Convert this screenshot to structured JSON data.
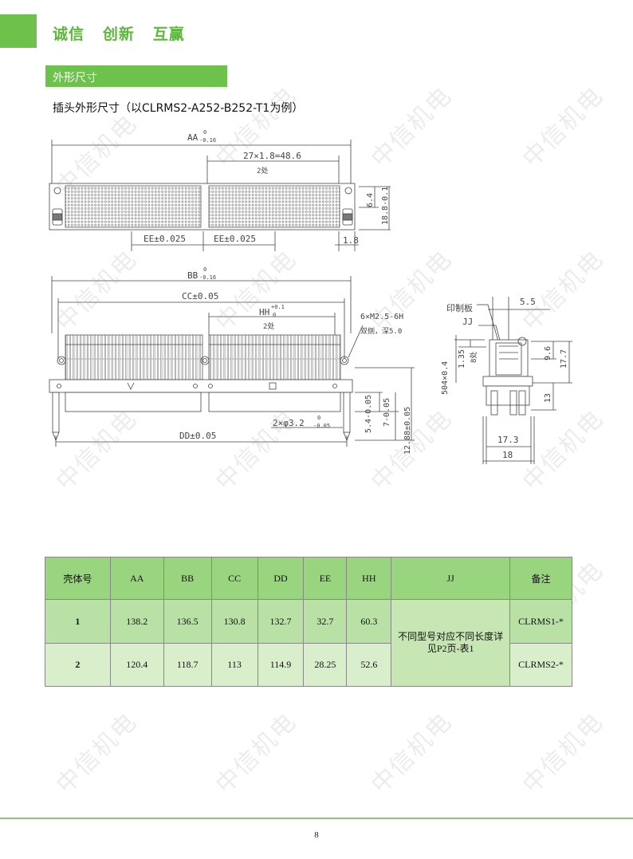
{
  "header": {
    "slogan": "诚信   创新   互赢"
  },
  "section": {
    "title": "外形尺寸"
  },
  "figure": {
    "title": "插头外形尺寸（以CLRMS2-A252-B252-T1为例）",
    "dims": {
      "aa": "AA",
      "aa_tol_top": "0",
      "aa_tol_bot": "-0.16",
      "pitch": "27×1.8=48.6",
      "two_places": "2处",
      "ee1": "EE±0.025",
      "ee2": "EE±0.025",
      "d_64": "6.4",
      "d_188": "18.8-0.1",
      "d_18": "1.8",
      "bb": "BB",
      "bb_tol_top": "0",
      "bb_tol_bot": "-0.16",
      "cc": "CC±0.05",
      "hh": "HH",
      "hh_tol_top": "+0.1",
      "hh_tol_bot": "0",
      "hh_places": "2处",
      "screw": "6×M2.5-6H",
      "screw_note": "双侧，深5.0",
      "dd": "DD±0.05",
      "hole": "2×φ3.2",
      "hole_tol_top": "0",
      "hole_tol_bot": "-0.05",
      "d_54": "5.4-0.05",
      "d_54_top": "0",
      "d_7": "7-0.05",
      "d_7_top": "0",
      "d_1288": "12.88±0.05",
      "pcb": "印制板",
      "jj": "JJ",
      "d_55": "5.5",
      "d_504": "504×0.4",
      "d_135": "1.35",
      "eight": "8处",
      "d_96": "9.6",
      "d_177": "17.7",
      "d_13": "13",
      "d_173": "17.3",
      "d_18w": "18"
    }
  },
  "watermark": "中信机电",
  "table": {
    "headers": [
      "壳体号",
      "AA",
      "BB",
      "CC",
      "DD",
      "EE",
      "HH",
      "JJ",
      "备注"
    ],
    "rows": [
      [
        "1",
        "138.2",
        "136.5",
        "130.8",
        "132.7",
        "32.7",
        "60.3",
        "CLRMS1-*"
      ],
      [
        "2",
        "120.4",
        "118.7",
        "113",
        "114.9",
        "28.25",
        "52.6",
        "CLRMS2-*"
      ]
    ],
    "jj_note": "不同型号对应不同长度详见P2页-表1"
  },
  "colors": {
    "brand_green": "#6cc24a",
    "header_green": "#98d57e",
    "row1": "#b9e1a5",
    "row2": "#d9efcc"
  },
  "footer": {
    "page": "8"
  }
}
